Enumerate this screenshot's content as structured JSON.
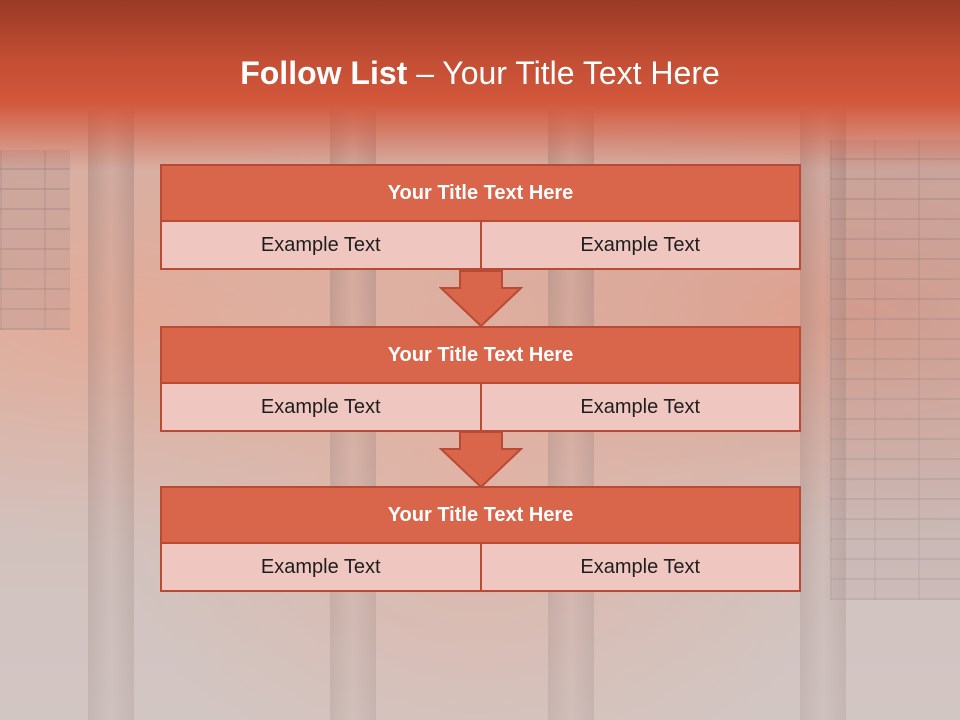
{
  "slide": {
    "title_bold": "Follow List",
    "title_rest": " – Your Title Text Here",
    "colors": {
      "header": "#c94f35",
      "block_title": "#d9654b",
      "block_border": "#b94a34",
      "block_cell": "#efc7c0"
    }
  },
  "steps": [
    {
      "title": "Your Title Text Here",
      "left": "Example Text",
      "right": "Example Text"
    },
    {
      "title": "Your Title Text Here",
      "left": "Example Text",
      "right": "Example Text"
    },
    {
      "title": "Your Title Text Here",
      "left": "Example Text",
      "right": "Example Text"
    }
  ],
  "arrows": {
    "icon": "down-arrow-icon"
  }
}
